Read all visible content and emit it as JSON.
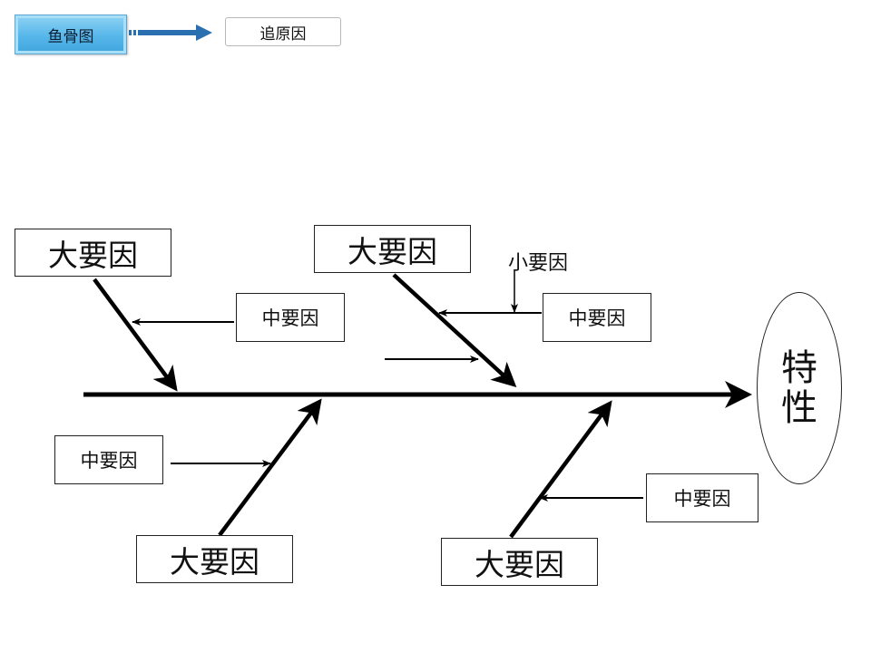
{
  "header": {
    "left_tag": "鱼骨图",
    "right_tag": "追原因",
    "accent_color": "#4fb3e8"
  },
  "diagram": {
    "major_causes": [
      "大要因",
      "大要因",
      "大要因",
      "大要因"
    ],
    "middle_causes": [
      "中要因",
      "中要因",
      "中要因",
      "中要因"
    ],
    "minor_cause": "小要因",
    "effect": [
      "特",
      "性"
    ]
  }
}
